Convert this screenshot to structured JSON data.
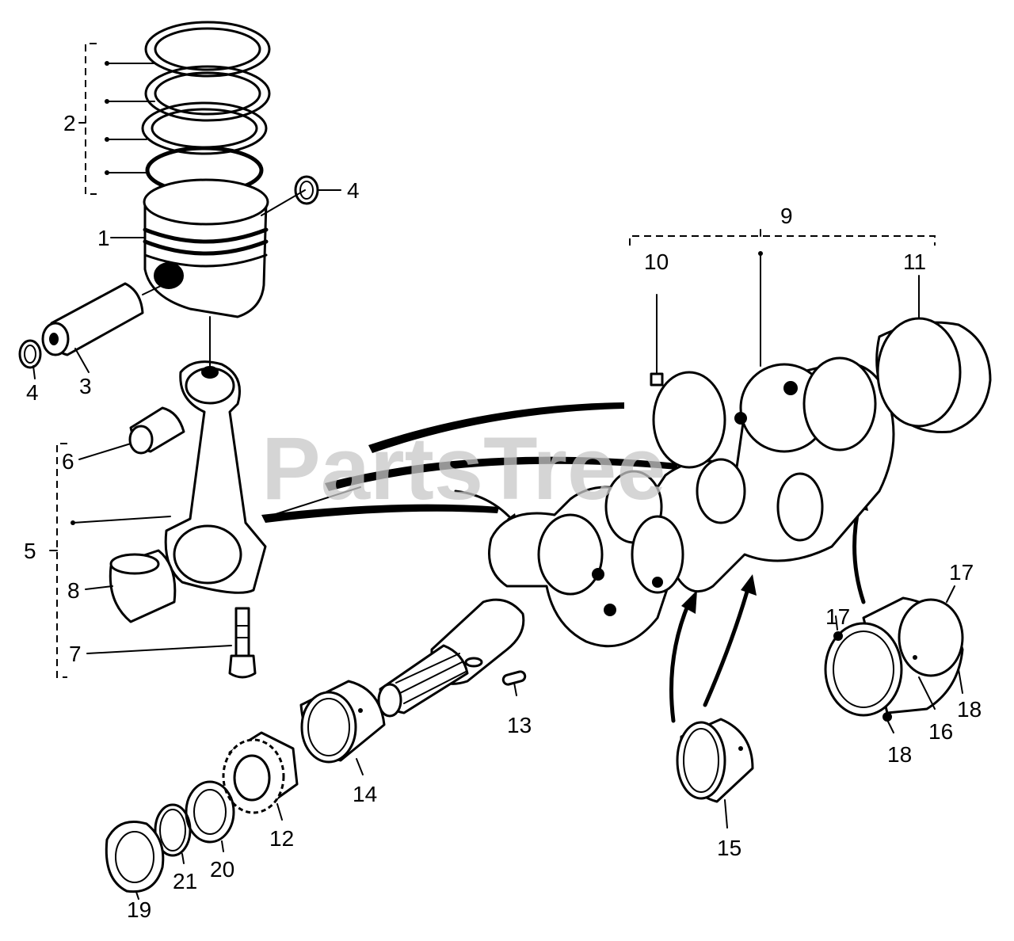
{
  "watermark": "PartsTree",
  "callouts": [
    {
      "id": "1",
      "text": "1"
    },
    {
      "id": "2",
      "text": "2"
    },
    {
      "id": "3",
      "text": "3"
    },
    {
      "id": "4a",
      "text": "4"
    },
    {
      "id": "4b",
      "text": "4"
    },
    {
      "id": "5",
      "text": "5"
    },
    {
      "id": "6",
      "text": "6"
    },
    {
      "id": "7",
      "text": "7"
    },
    {
      "id": "8",
      "text": "8"
    },
    {
      "id": "9",
      "text": "9"
    },
    {
      "id": "10",
      "text": "10"
    },
    {
      "id": "11",
      "text": "11"
    },
    {
      "id": "12",
      "text": "12"
    },
    {
      "id": "13",
      "text": "13"
    },
    {
      "id": "14",
      "text": "14"
    },
    {
      "id": "15",
      "text": "15"
    },
    {
      "id": "16",
      "text": "16"
    },
    {
      "id": "17a",
      "text": "17"
    },
    {
      "id": "17b",
      "text": "17"
    },
    {
      "id": "18a",
      "text": "18"
    },
    {
      "id": "18b",
      "text": "18"
    },
    {
      "id": "19",
      "text": "19"
    },
    {
      "id": "20",
      "text": "20"
    },
    {
      "id": "21",
      "text": "21"
    }
  ]
}
